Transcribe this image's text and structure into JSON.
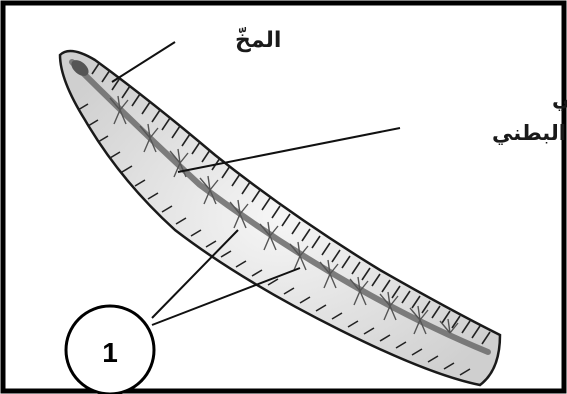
{
  "labels": {
    "brain": "المخّ",
    "nerve_cord_line1": "الحبل العصبي",
    "nerve_cord_line2": "البطني",
    "marker_number": "1"
  },
  "icons": {
    "worm": "leech-worm-illustration"
  },
  "colors": {
    "frame": "#000000",
    "body_outline": "#1a1a1a",
    "body_fill": "#e4e4e4",
    "nerve_cord": "#6a6a6a",
    "background": "#ffffff"
  }
}
